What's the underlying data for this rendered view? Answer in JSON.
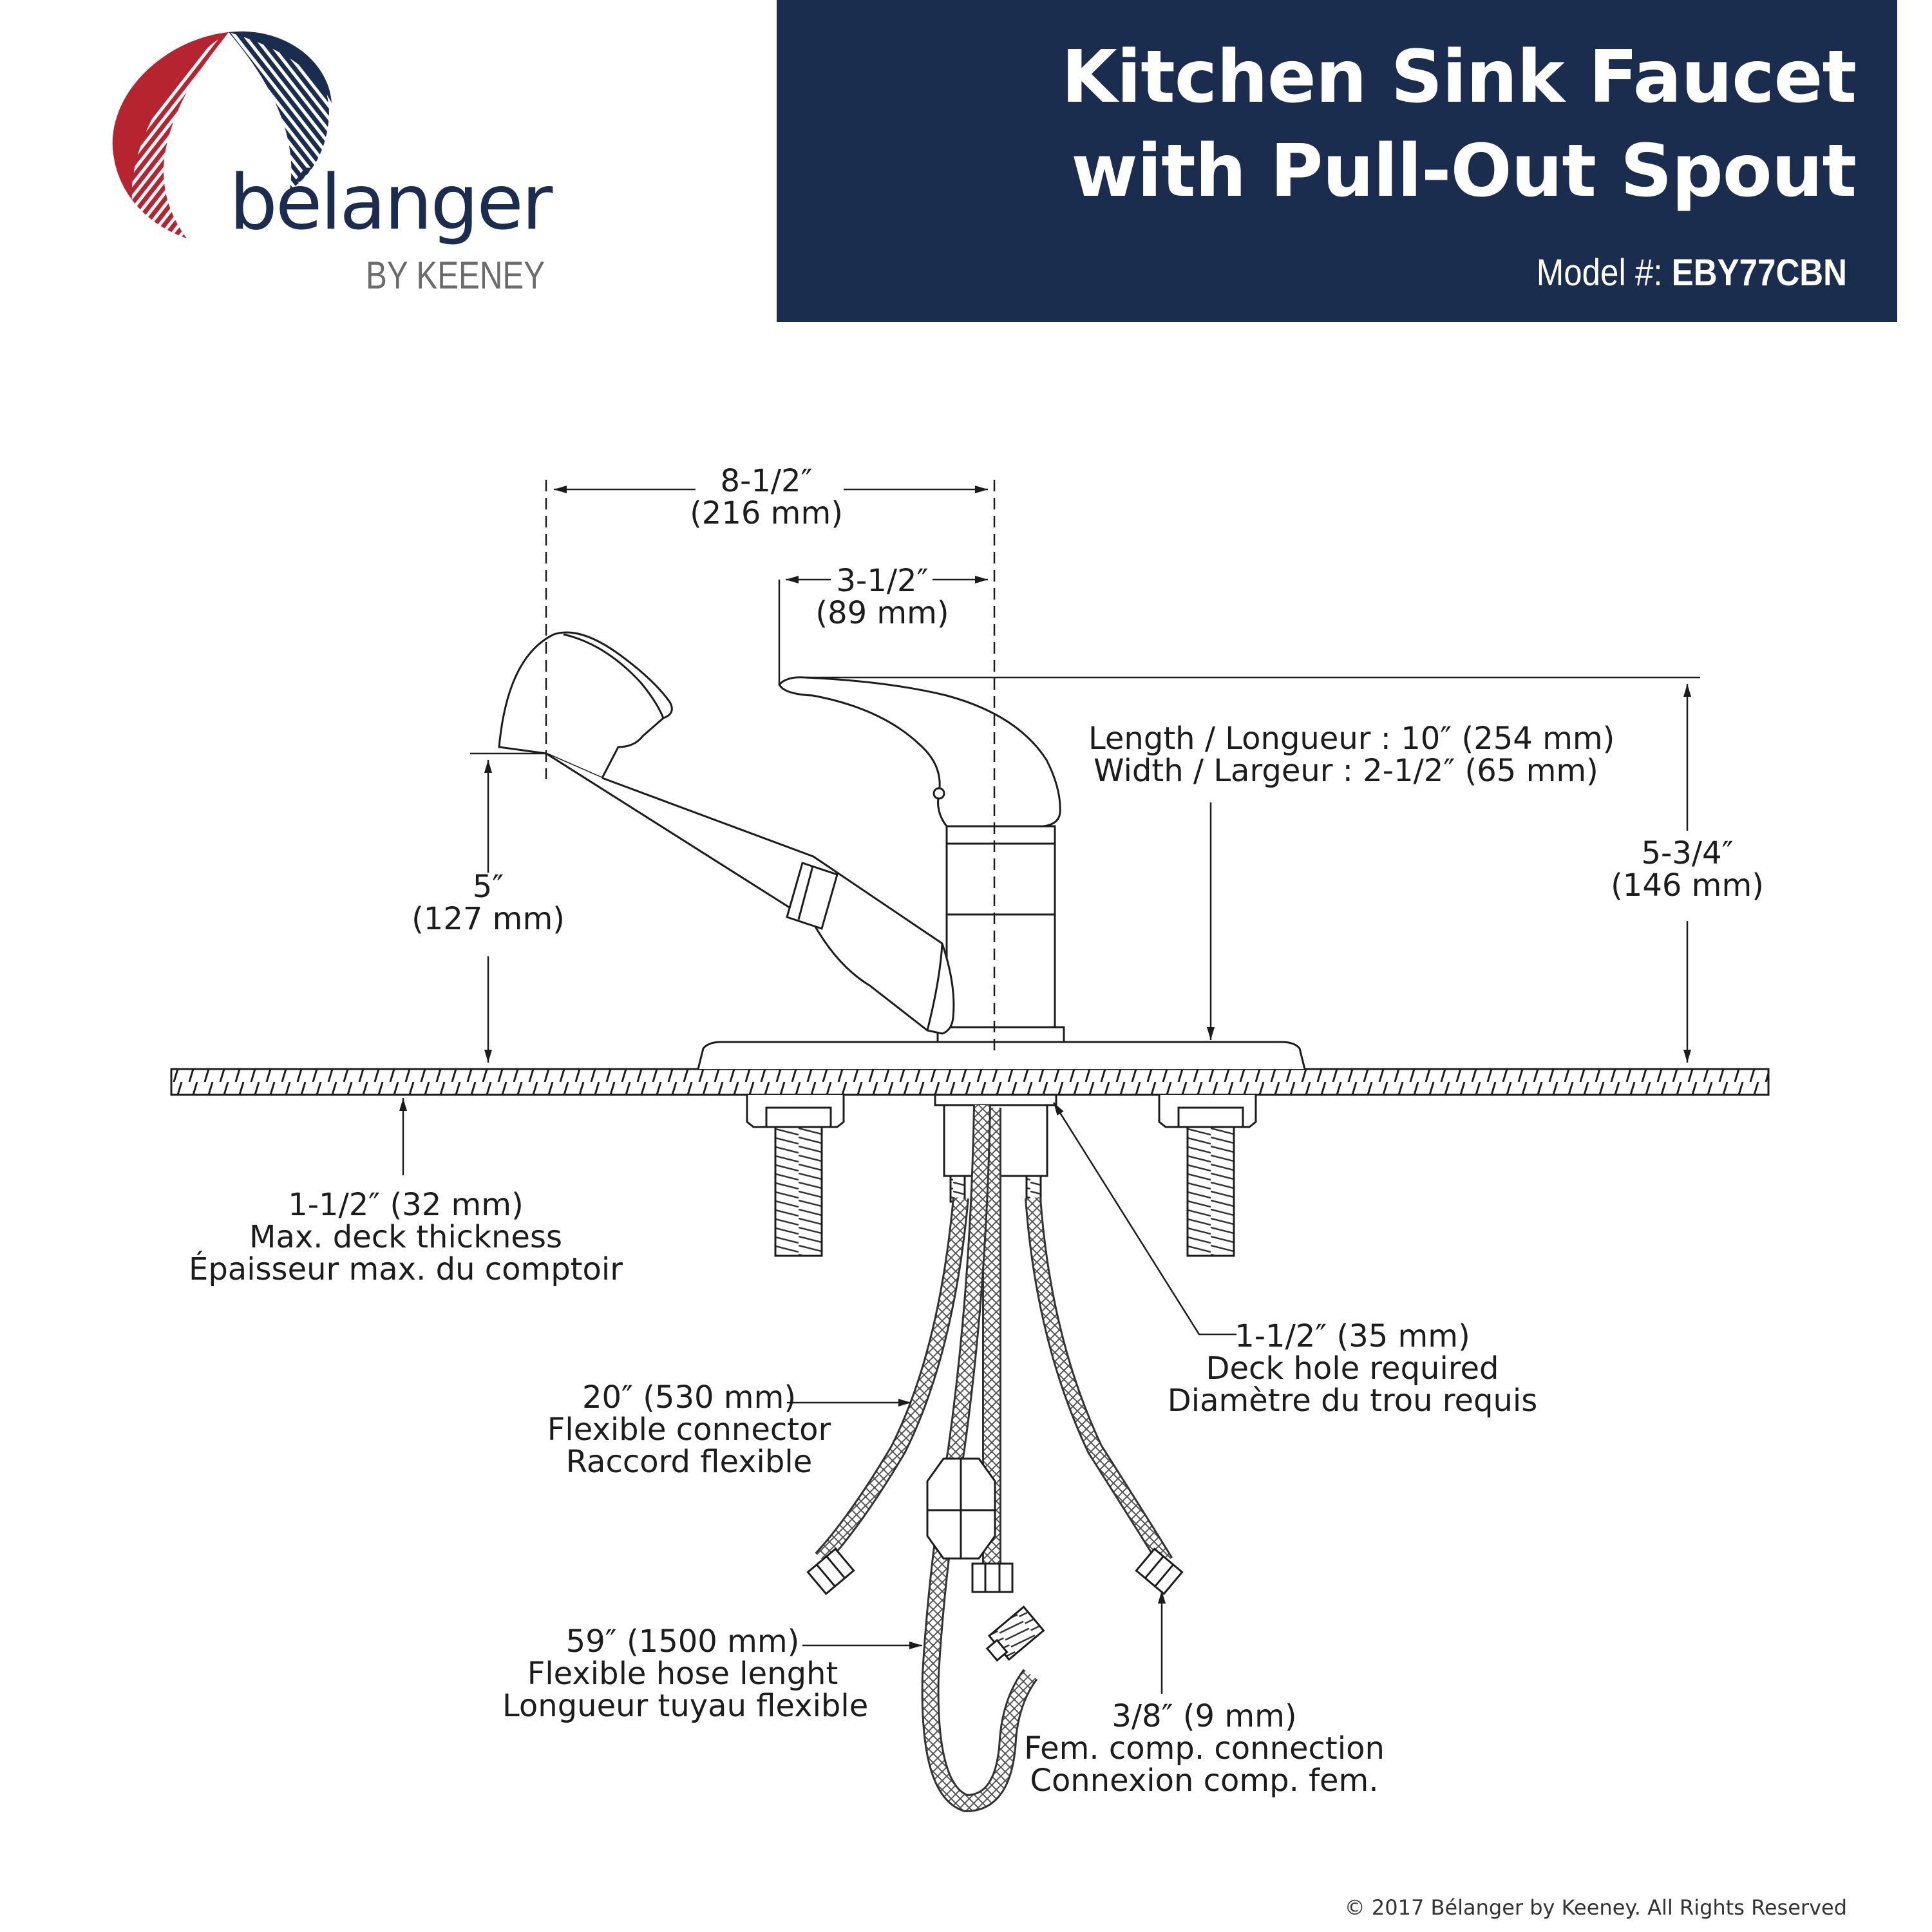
{
  "brand": {
    "name": "bélanger",
    "sub": "BY KEENEY",
    "colors": {
      "red": "#b5242f",
      "navy": "#1b2d4f",
      "gray": "#6b6b6b"
    }
  },
  "header": {
    "title_line1": "Kitchen Sink Faucet",
    "title_line2": "with Pull-Out Spout",
    "model_label": "Model #:",
    "model_number": "EBY77CBN"
  },
  "dimensions": {
    "overall_reach": {
      "in": "8-1/2″",
      "mm": "(216 mm)"
    },
    "handle_reach": {
      "in": "3-1/2″",
      "mm": "(89 mm)"
    },
    "spout_height": {
      "in": "5″",
      "mm": "(127 mm)"
    },
    "overall_height": {
      "in": "5-3/4″",
      "mm": "(146 mm)"
    },
    "base_plate": {
      "length": "Length / Longueur : 10″ (254 mm)",
      "width": "Width / Largeur : 2-1/2″ (65 mm)"
    },
    "deck_thickness": {
      "value": "1-1/2″ (32 mm)",
      "en": "Max. deck thickness",
      "fr": "Épaisseur max. du comptoir"
    },
    "deck_hole": {
      "value": "1-1/2″ (35 mm)",
      "en": "Deck hole required",
      "fr": "Diamètre du trou requis"
    },
    "connector": {
      "value": "20″ (530 mm)",
      "en": "Flexible connector",
      "fr": "Raccord flexible"
    },
    "hose": {
      "value": "59″ (1500 mm)",
      "en": "Flexible hose lenght",
      "fr": "Longueur tuyau flexible"
    },
    "connection": {
      "value": "3/8″  (9 mm)",
      "en": "Fem. comp. connection",
      "fr": "Connexion comp. fem."
    }
  },
  "footer": {
    "copyright": "© 2017 Bélanger by Keeney. All Rights Reserved"
  }
}
